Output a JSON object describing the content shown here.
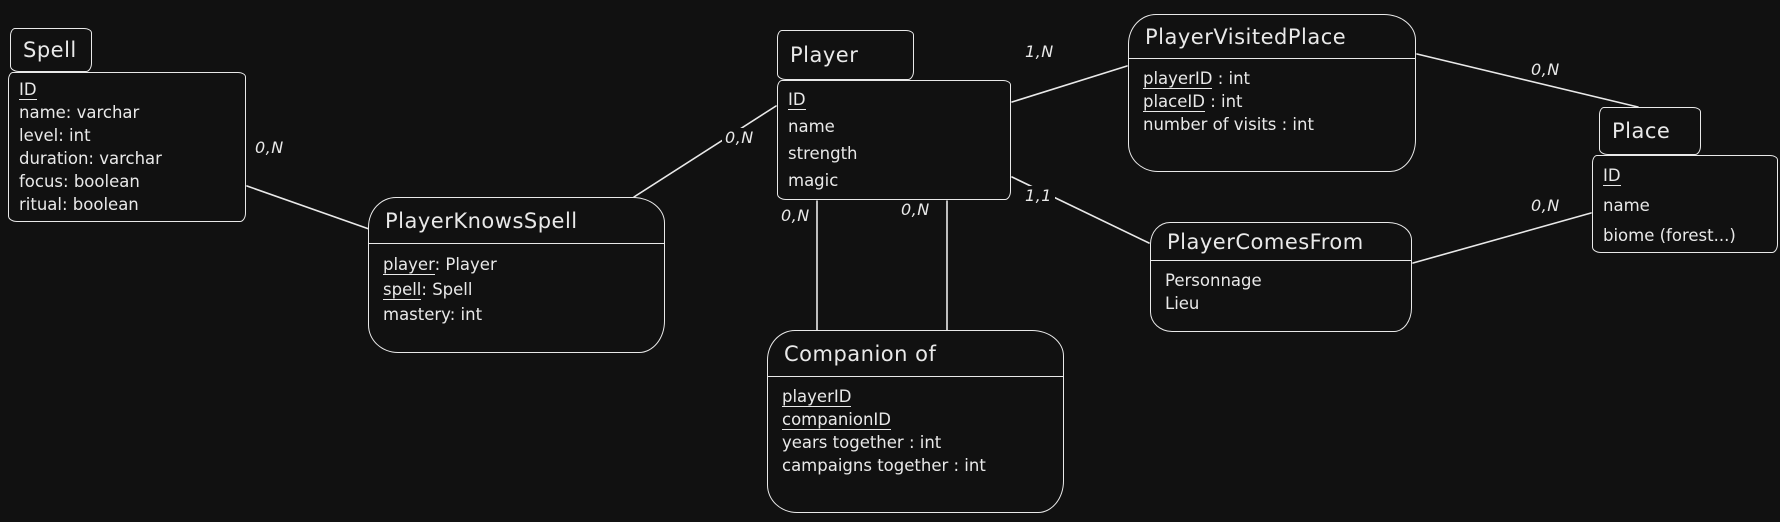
{
  "canvas": {
    "background": "#111111",
    "ink": "#e9e9e9"
  },
  "entities": {
    "spell": {
      "title": "Spell",
      "attributes": [
        {
          "key": "ID",
          "rest": ""
        },
        {
          "key": "",
          "rest": "name: varchar"
        },
        {
          "key": "",
          "rest": "level: int"
        },
        {
          "key": "",
          "rest": "duration: varchar"
        },
        {
          "key": "",
          "rest": "focus: boolean"
        },
        {
          "key": "",
          "rest": "ritual: boolean"
        }
      ]
    },
    "player": {
      "title": "Player",
      "attributes": [
        {
          "key": "ID",
          "rest": ""
        },
        {
          "key": "",
          "rest": "name"
        },
        {
          "key": "",
          "rest": "strength"
        },
        {
          "key": "",
          "rest": "magic"
        }
      ]
    },
    "place": {
      "title": "Place",
      "attributes": [
        {
          "key": "ID",
          "rest": ""
        },
        {
          "key": "",
          "rest": "name"
        },
        {
          "key": "",
          "rest": "biome (forest...)"
        }
      ]
    }
  },
  "relationships": {
    "player_knows_spell": {
      "title": "PlayerKnowsSpell",
      "attributes": [
        {
          "key": "player",
          "rest": ": Player"
        },
        {
          "key": "spell",
          "rest": ": Spell"
        },
        {
          "key": "",
          "rest": "mastery: int"
        }
      ]
    },
    "player_visited_place": {
      "title": "PlayerVisitedPlace",
      "attributes": [
        {
          "key": "playerID",
          "rest": " : int"
        },
        {
          "key": "placeID",
          "rest": " : int"
        },
        {
          "key": "",
          "rest": "number of visits : int"
        }
      ]
    },
    "player_comes_from": {
      "title": "PlayerComesFrom",
      "attributes": [
        {
          "key": "",
          "rest": "Personnage"
        },
        {
          "key": "",
          "rest": "Lieu"
        }
      ]
    },
    "companion_of": {
      "title": "Companion of",
      "attributes": [
        {
          "key": "playerID",
          "rest": ""
        },
        {
          "key": "companionID",
          "rest": ""
        },
        {
          "key": "",
          "rest": "years together : int"
        },
        {
          "key": "",
          "rest": "campaigns together : int"
        }
      ]
    }
  },
  "cardinalities": {
    "spell_to_knows": "0,N",
    "knows_to_player": "0,N",
    "player_to_visited": "1,N",
    "visited_to_place": "0,N",
    "player_to_comesfrom": "1,1",
    "comesfrom_to_place": "0,N",
    "player_to_companion_a": "0,N",
    "player_to_companion_b": "0,N"
  }
}
